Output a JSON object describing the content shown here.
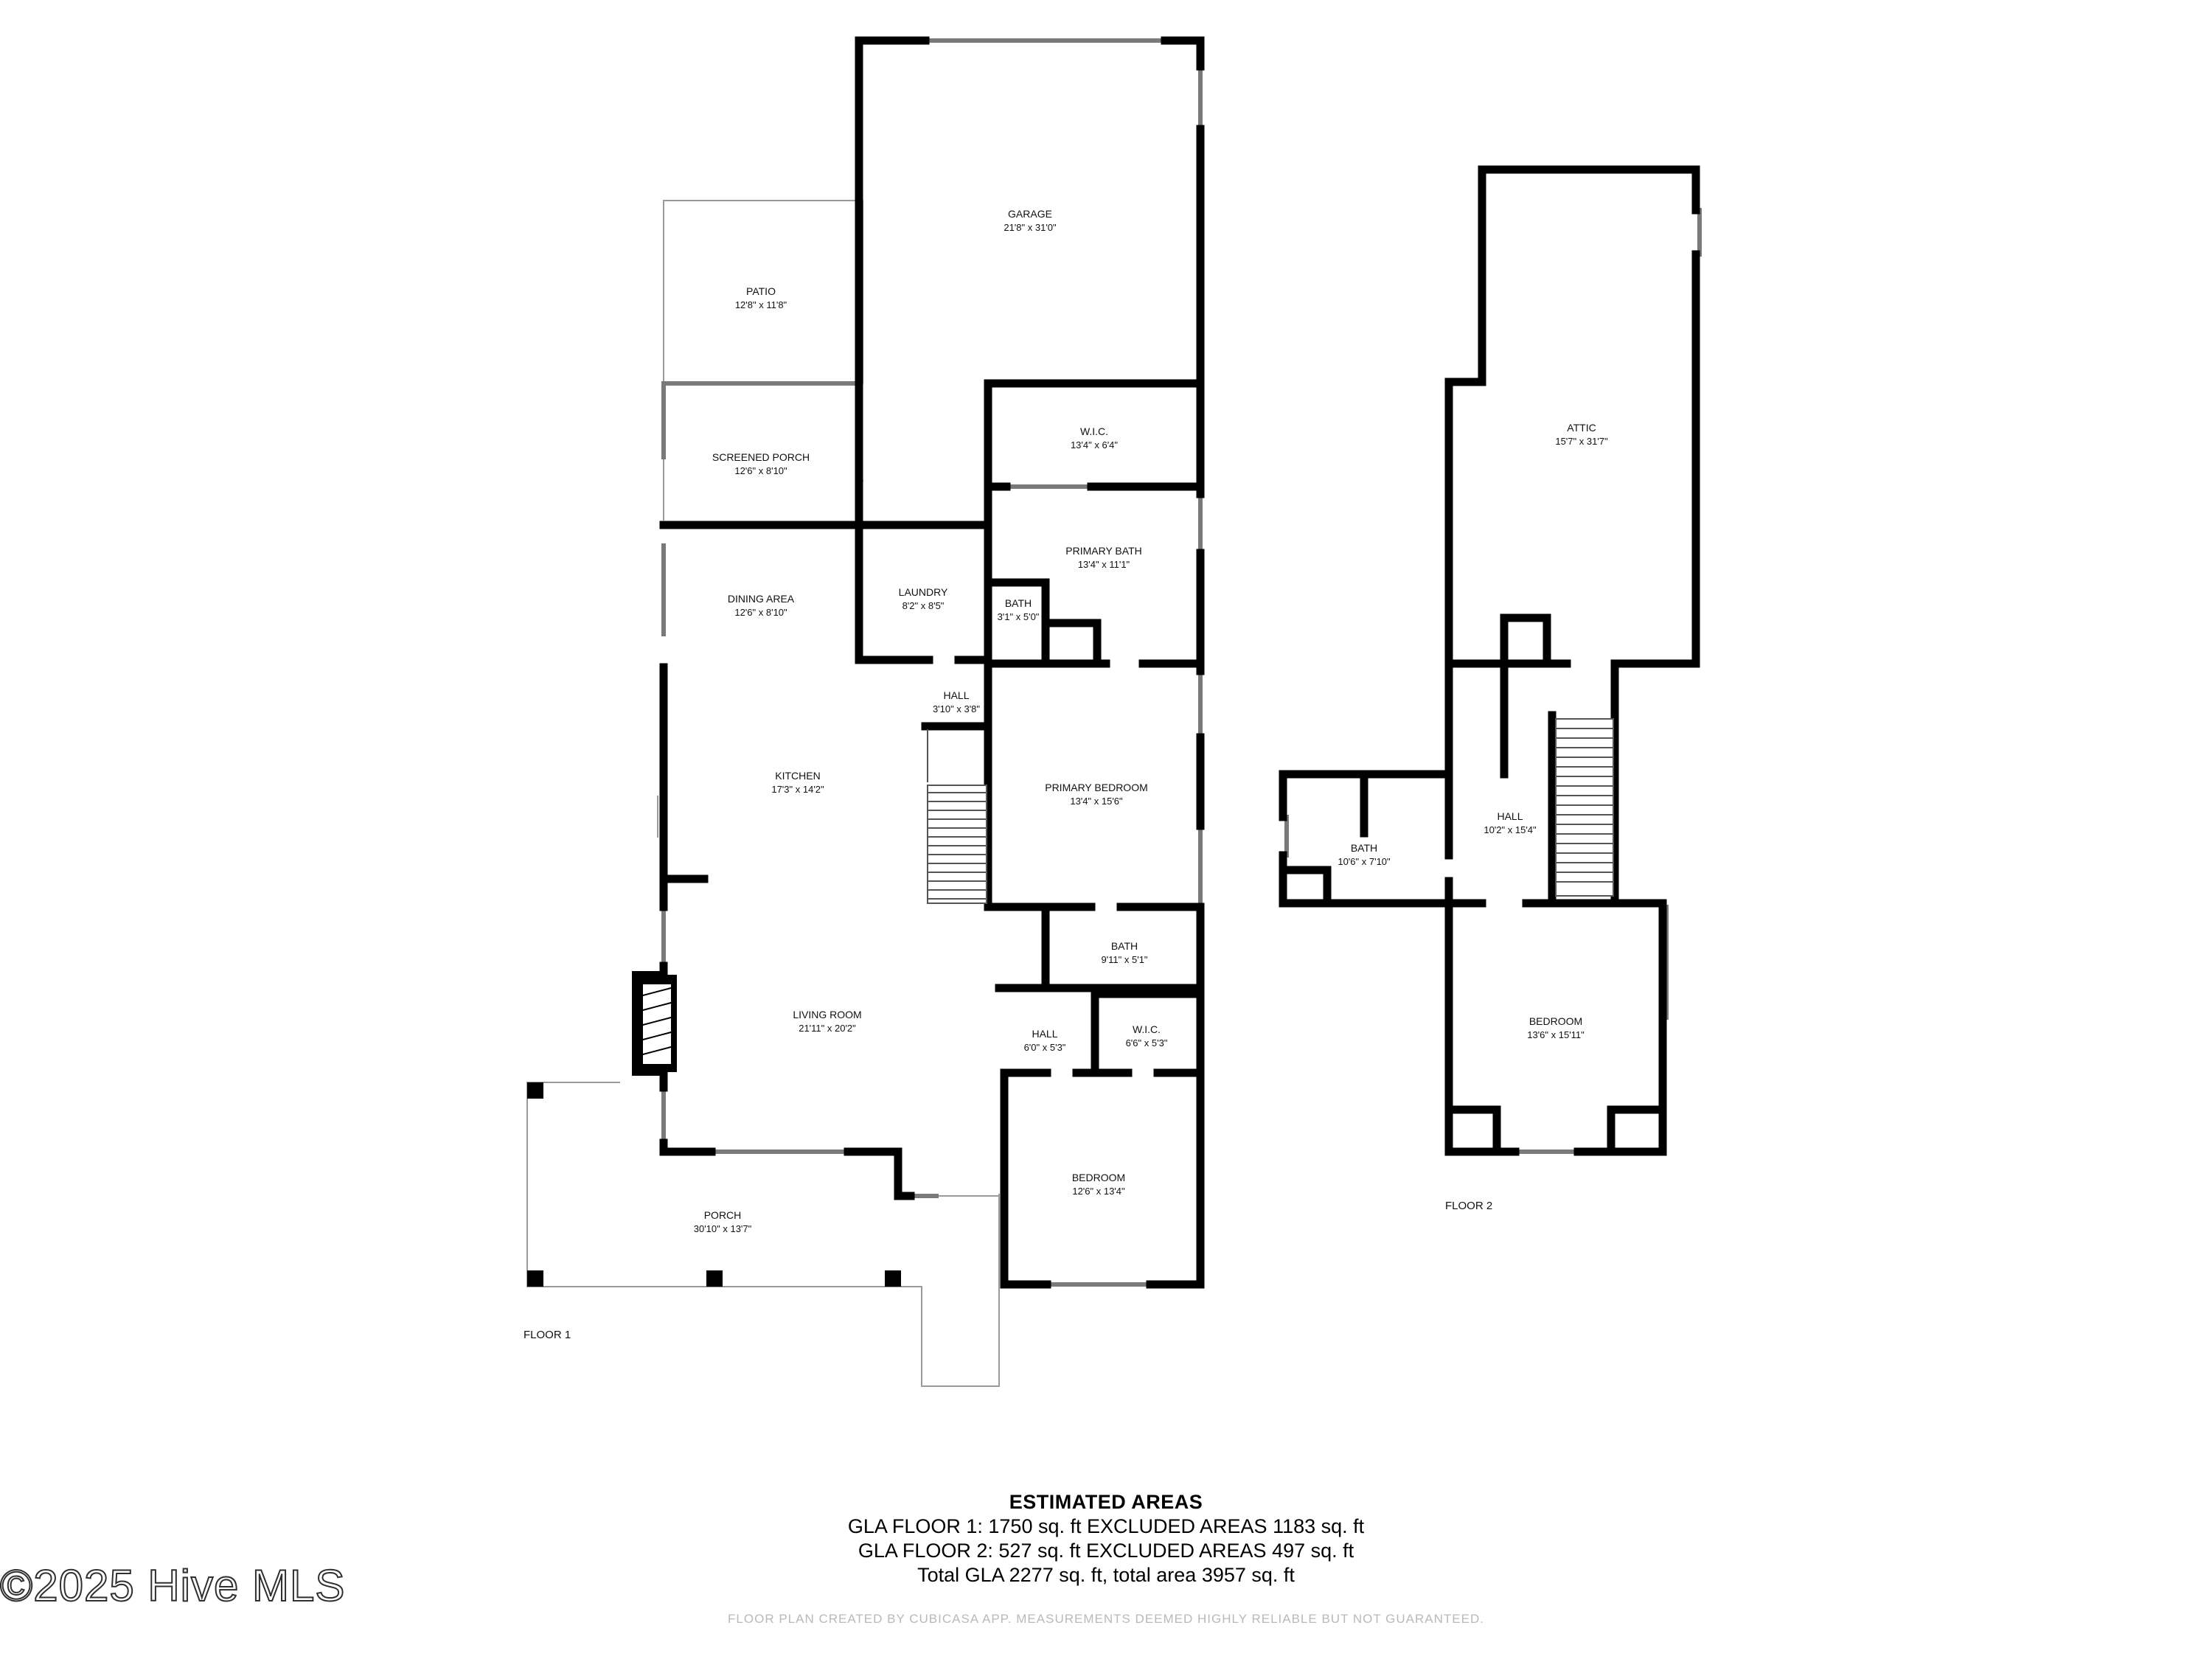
{
  "floors": [
    {
      "label": "FLOOR 1",
      "rooms": [
        {
          "name": "GARAGE",
          "dims": "21'8\" x 31'0\""
        },
        {
          "name": "PATIO",
          "dims": "12'8\" x 11'8\""
        },
        {
          "name": "W.I.C.",
          "dims": "13'4\" x 6'4\""
        },
        {
          "name": "SCREENED PORCH",
          "dims": "12'6\" x 8'10\""
        },
        {
          "name": "PRIMARY BATH",
          "dims": "13'4\" x 11'1\""
        },
        {
          "name": "LAUNDRY",
          "dims": "8'2\" x 8'5\""
        },
        {
          "name": "DINING AREA",
          "dims": "12'6\" x 8'10\""
        },
        {
          "name": "BATH",
          "dims": "3'1\" x 5'0\""
        },
        {
          "name": "HALL",
          "dims": "3'10\" x 3'8\""
        },
        {
          "name": "KITCHEN",
          "dims": "17'3\" x 14'2\""
        },
        {
          "name": "PRIMARY BEDROOM",
          "dims": "13'4\" x 15'6\""
        },
        {
          "name": "BATH",
          "dims": "9'11\" x 5'1\""
        },
        {
          "name": "LIVING ROOM",
          "dims": "21'11\" x 20'2\""
        },
        {
          "name": "HALL",
          "dims": "6'0\" x 5'3\""
        },
        {
          "name": "W.I.C.",
          "dims": "6'6\" x 5'3\""
        },
        {
          "name": "BEDROOM",
          "dims": "12'6\" x 13'4\""
        },
        {
          "name": "PORCH",
          "dims": "30'10\" x 13'7\""
        }
      ]
    },
    {
      "label": "FLOOR 2",
      "rooms": [
        {
          "name": "ATTIC",
          "dims": "15'7\" x 31'7\""
        },
        {
          "name": "HALL",
          "dims": "10'2\" x 15'4\""
        },
        {
          "name": "BATH",
          "dims": "10'6\" x 7'10\""
        },
        {
          "name": "BEDROOM",
          "dims": "13'6\" x 15'11\""
        }
      ]
    }
  ],
  "areas": {
    "title": "ESTIMATED AREAS",
    "line1": "GLA FLOOR 1: 1750 sq. ft EXCLUDED AREAS 1183 sq. ft",
    "line2": "GLA FLOOR 2: 527 sq. ft EXCLUDED AREAS 497 sq. ft",
    "line3": "Total GLA 2277 sq. ft, total area 3957 sq. ft"
  },
  "watermark": "©2025 Hive MLS",
  "disclaimer": "FLOOR PLAN CREATED BY CUBICASA APP. MEASUREMENTS DEEMED HIGHLY RELIABLE BUT NOT GUARANTEED."
}
